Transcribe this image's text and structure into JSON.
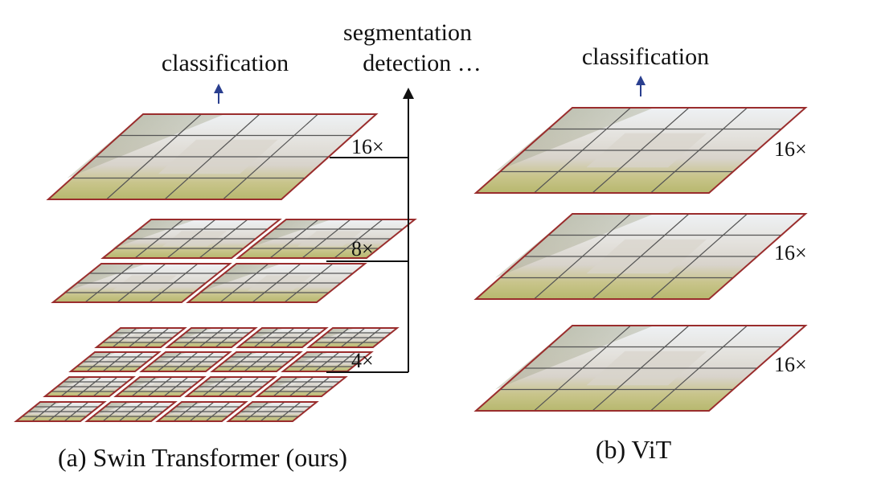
{
  "swin": {
    "top_label": "classification",
    "tasks_line1": "segmentation",
    "tasks_line2": "detection …",
    "scale_top": "16×",
    "scale_mid": "8×",
    "scale_bottom": "4×",
    "caption": "(a) Swin Transformer (ours)"
  },
  "vit": {
    "top_label": "classification",
    "scale_top": "16×",
    "scale_mid": "16×",
    "scale_bottom": "16×",
    "caption": "(b) ViT"
  },
  "colors": {
    "panel_border": "#9a2d2d",
    "grid_line": "#555555",
    "arrow_blue": "#2a3f8f",
    "line_black": "#111111",
    "image_sky": "#f1f4f7",
    "image_foliage": "#b9b98f",
    "image_castle": "#d9d4cc",
    "image_ground": "#c7c27a"
  },
  "icons": {
    "up_arrow": "up-arrow-icon"
  }
}
